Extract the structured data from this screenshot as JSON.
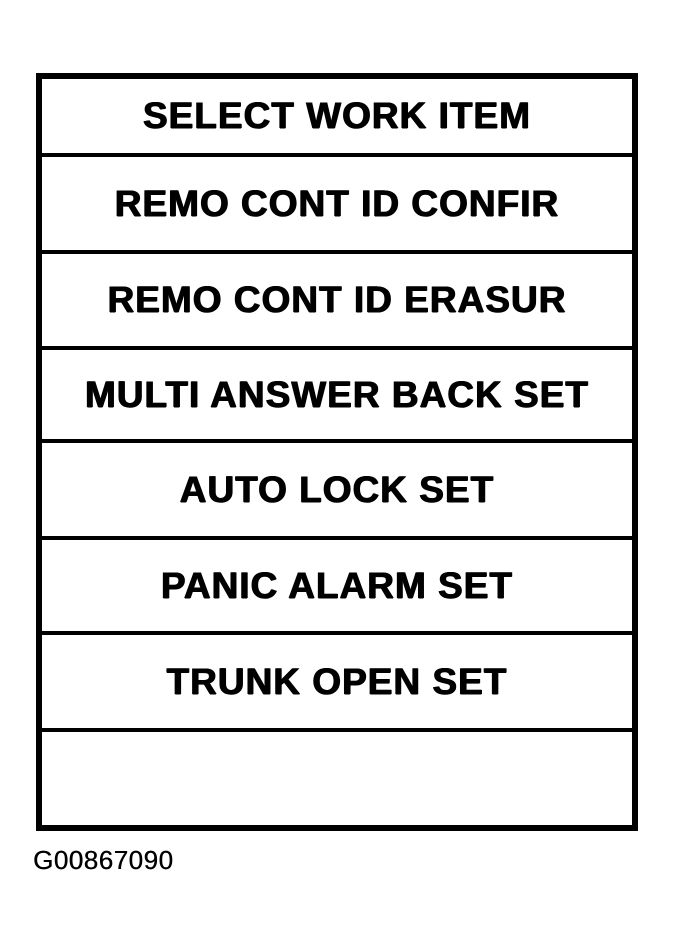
{
  "menu": {
    "title": "SELECT WORK ITEM",
    "items": [
      "REMO CONT ID CONFIR",
      "REMO CONT ID ERASUR",
      "MULTI ANSWER BACK SET",
      "AUTO LOCK SET",
      "PANIC ALARM SET",
      "TRUNK OPEN SET"
    ]
  },
  "figure": {
    "id": "G00867090"
  },
  "colors": {
    "ink": "#000000",
    "paper": "#ffffff"
  }
}
